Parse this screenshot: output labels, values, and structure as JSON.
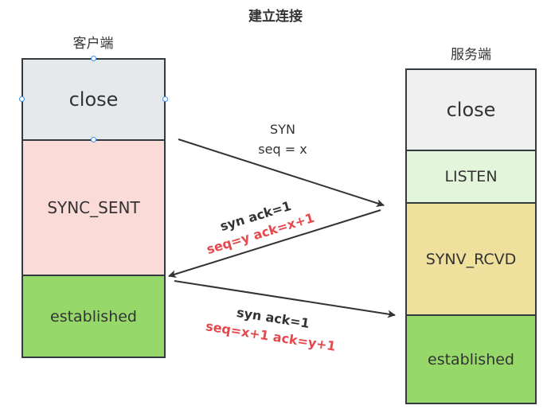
{
  "title": "建立连接",
  "client": {
    "label": "客户端",
    "states": [
      {
        "name": "close",
        "color": "#e6e9ec"
      },
      {
        "name": "SYNC_SENT",
        "color": "#fadbd8"
      },
      {
        "name": "established",
        "color": "#96d86a"
      }
    ]
  },
  "server": {
    "label": "服务端",
    "states": [
      {
        "name": "close",
        "color": "#f0f0f0"
      },
      {
        "name": "LISTEN",
        "color": "#e3f5db"
      },
      {
        "name": "SYNV_RCVD",
        "color": "#f0e09e"
      },
      {
        "name": "established",
        "color": "#96d86a"
      }
    ]
  },
  "messages": [
    {
      "direction": "client-to-server",
      "line1": "SYN",
      "line2": "seq = x"
    },
    {
      "direction": "server-to-client",
      "line1": "syn ack=1",
      "line2": "seq=y ack=x+1"
    },
    {
      "direction": "client-to-server",
      "line1": "syn ack=1",
      "line2": "seq=x+1 ack=y+1"
    }
  ],
  "colors": {
    "border": "#333a40",
    "arrow": "#333333",
    "highlight_text": "#e5484d",
    "selection_handle": "#3b8ff0"
  }
}
